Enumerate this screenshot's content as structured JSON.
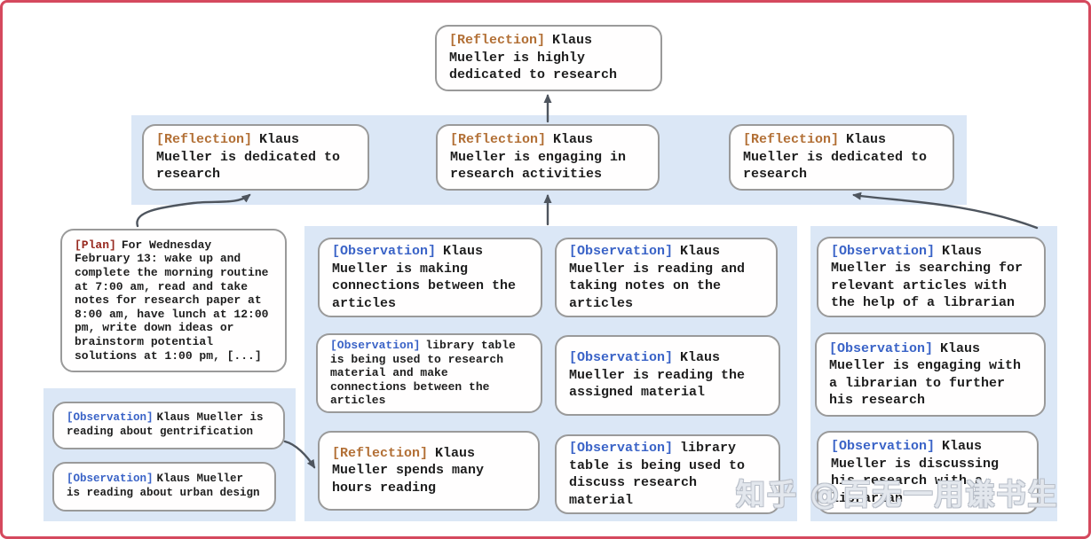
{
  "palette": {
    "band_blue": "#dbe7f6",
    "box_border": "#9a9a9a",
    "frame_red": "#d5495e",
    "reflection_tag": "#b26f35",
    "observation_tag": "#3a63c7",
    "plan_tag": "#97291f",
    "arrow": "#4e555e",
    "body_text": "#1e1e1e"
  },
  "watermark": {
    "text": "知乎 @百无一用谦书生"
  },
  "nodes": {
    "root": {
      "tag": "[Reflection]",
      "text": "Klaus Mueller is highly dedicated to research"
    },
    "l2_left": {
      "tag": "[Reflection]",
      "text": "Klaus Mueller is dedicated to research"
    },
    "l2_mid": {
      "tag": "[Reflection]",
      "text": "Klaus Mueller is engaging in research activities"
    },
    "l2_right": {
      "tag": "[Reflection]",
      "text": "Klaus Mueller is dedicated to research"
    },
    "plan": {
      "tag": "[Plan]",
      "text": "For Wednesday February 13: wake up and complete the morning routine at 7:00 am, read and take notes for research paper at 8:00 am, have lunch at 12:00 pm, write down ideas or brainstorm potential solutions at 1:00 pm, [...]"
    },
    "obs_gentrification": {
      "tag": "[Observation]",
      "text": "Klaus Mueller is reading about gentrification"
    },
    "obs_urban_design": {
      "tag": "[Observation]",
      "text": "Klaus Mueller is reading about urban design"
    },
    "obs_connections": {
      "tag": "[Observation]",
      "text": "Klaus Mueller is making connections between the articles"
    },
    "obs_library_research": {
      "tag": "[Observation]",
      "text": "library table is being used to research material and make connections between the articles"
    },
    "refl_hours_reading": {
      "tag": "[Reflection]",
      "text": "Klaus Mueller spends many hours reading"
    },
    "obs_taking_notes": {
      "tag": "[Observation]",
      "text": "Klaus Mueller is reading and taking notes on the articles"
    },
    "obs_assigned_material": {
      "tag": "[Observation]",
      "text": "Klaus Mueller is reading the assigned material"
    },
    "obs_library_discuss": {
      "tag": "[Observation]",
      "text": "library table is being used to discuss research material"
    },
    "obs_searching_articles": {
      "tag": "[Observation]",
      "text": "Klaus Mueller is searching for relevant articles with the help of a librarian"
    },
    "obs_engaging_librarian": {
      "tag": "[Observation]",
      "text": "Klaus Mueller is engaging with a librarian to further his research"
    },
    "obs_discussing_librarian": {
      "tag": "[Observation]",
      "text": "Klaus Mueller is discussing his research with a librarian"
    }
  },
  "edges": [
    {
      "from": "l2_mid",
      "to": "root"
    },
    {
      "from": "plan",
      "to": "l2_left"
    },
    {
      "from": "middle-observation-cluster",
      "to": "l2_mid"
    },
    {
      "from": "right-observation-cluster",
      "to": "l2_right"
    },
    {
      "from": "left-observation-cluster",
      "to": "refl_hours_reading"
    }
  ]
}
